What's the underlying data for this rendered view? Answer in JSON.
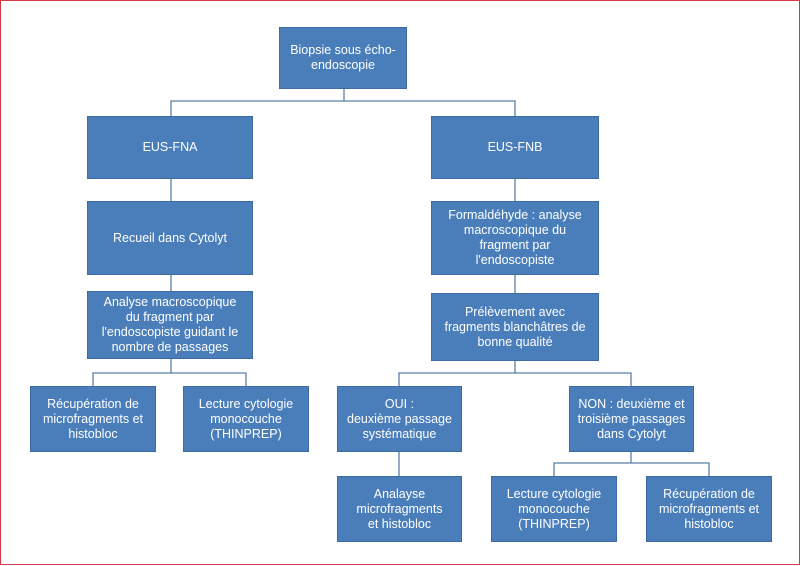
{
  "colors": {
    "node_fill": "#4a7ebb",
    "node_text": "#ffffff",
    "connector": "#5b7fa8",
    "frame_border": "#d63a4a"
  },
  "nodes": {
    "root": "Biopsie sous écho-\nendoscopie",
    "fna": "EUS-FNA",
    "fnb": "EUS-FNB",
    "cytolyt": "Recueil dans Cytolyt",
    "formaldehyde": "Formaldéhyde : analyse\nmacroscopique du\nfragment par\nl'endoscopiste",
    "macro_analysis": "Analyse macroscopique\ndu fragment par\nl'endoscopiste guidant le\nnombre de passages",
    "prelevement": "Prélèvement avec\nfragments blanchâtres de\nbonne qualité",
    "recup_left": "Récupération de\nmicrofragments et\nhistobloc",
    "lecture_left": "Lecture cytologie\nmonocouche\n(THINPREP)",
    "oui": "OUI :\ndeuxième passage\nsystématique",
    "non": "NON : deuxième et\ntroisième passages\ndans Cytolyt",
    "analayse": "Analayse\nmicrofragments\net histobloc",
    "lecture_right": "Lecture cytologie\nmonocouche\n(THINPREP)",
    "recup_right": "Récupération de\nmicrofragments et\nhistobloc"
  }
}
